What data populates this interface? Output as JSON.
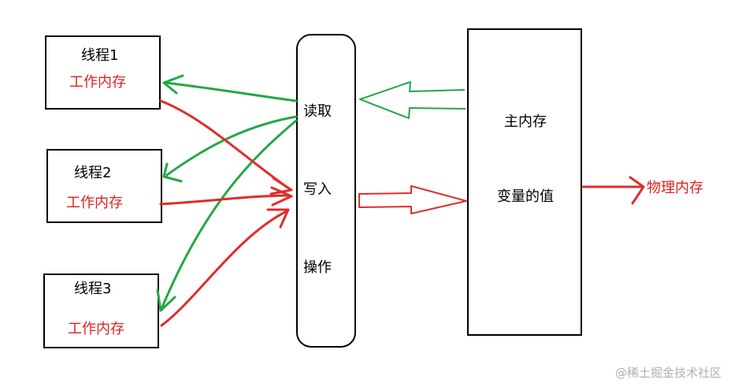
{
  "threads": [
    {
      "name": "线程1",
      "memory": "工作内存"
    },
    {
      "name": "线程2",
      "memory": "工作内存"
    },
    {
      "name": "线程3",
      "memory": "工作内存"
    }
  ],
  "operations": {
    "read": "读取",
    "write": "写入",
    "op": "操作"
  },
  "main_memory": {
    "title": "主内存",
    "value": "变量的值"
  },
  "physical_memory": "物理内存",
  "watermark": "@稀土掘金技术社区",
  "colors": {
    "green": "#22a846",
    "red": "#e02c2c",
    "red_text": "#e02020",
    "watermark": "#b0b0b0"
  }
}
